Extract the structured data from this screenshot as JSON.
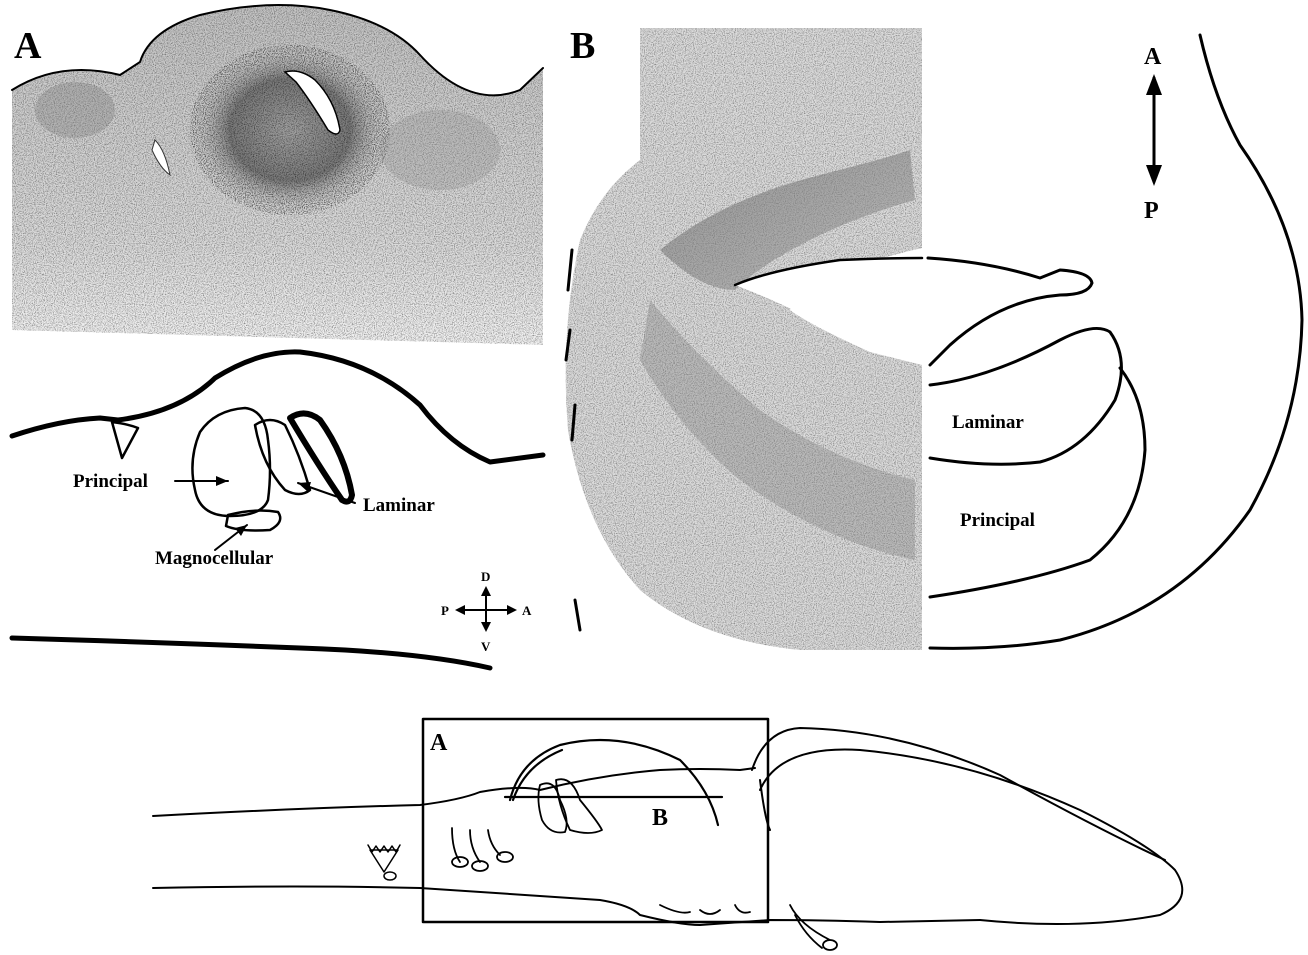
{
  "panel_a": {
    "letter": "A",
    "labels": {
      "principal": "Principal",
      "laminar": "Laminar",
      "magnocellular": "Magnocellular"
    },
    "compass": {
      "up": "D",
      "down": "V",
      "left": "P",
      "right": "A"
    }
  },
  "panel_b": {
    "letter": "B",
    "labels": {
      "laminar": "Laminar",
      "principal": "Principal"
    },
    "axis": {
      "top": "A",
      "bottom": "P"
    }
  },
  "overview": {
    "box_label": "A",
    "section_label": "B"
  },
  "colors": {
    "ink": "#000000",
    "paper": "#ffffff",
    "tissue": "#d6d6d6"
  }
}
